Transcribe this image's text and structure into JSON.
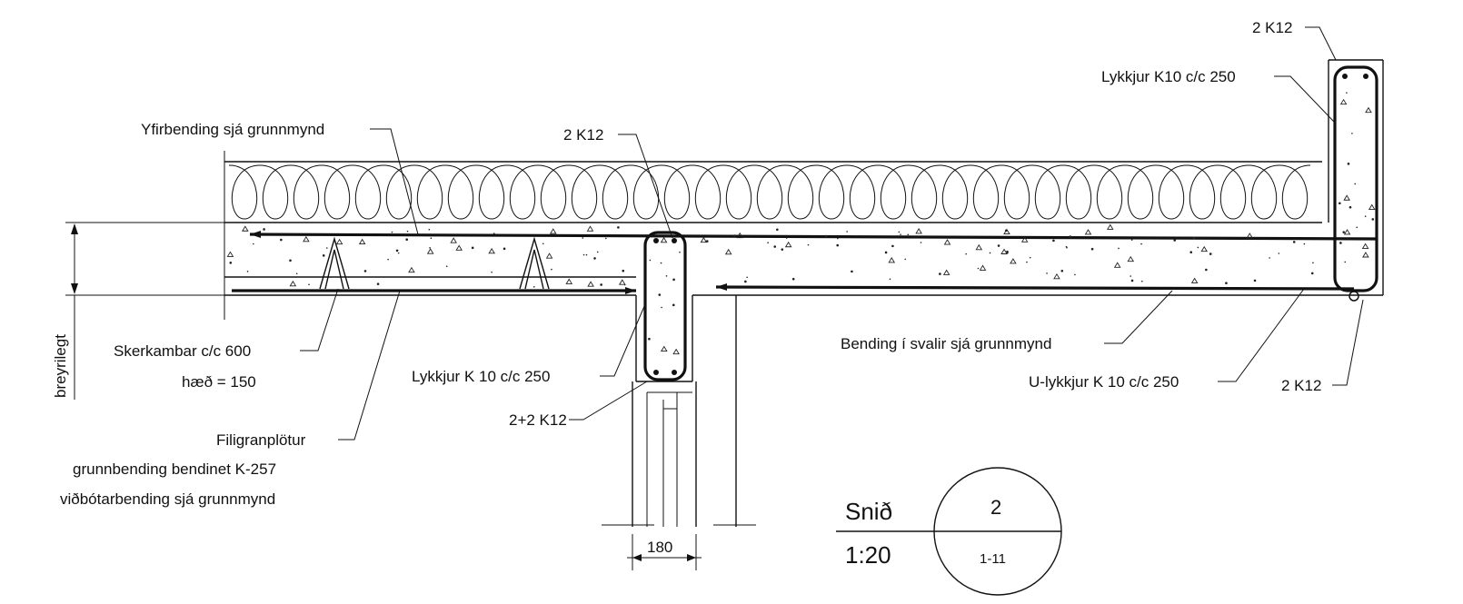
{
  "labels": {
    "yfirbending": "Yfirbending sjá grunnmynd",
    "k12_mid_top": "2 K12",
    "k12_top_right": "2 K12",
    "lykkjur_k10": "Lykkjur K10 c/c 250",
    "skerkambar": "Skerkambar c/c 600",
    "haed": "hæð = 150",
    "filigran": "Filigranplötur",
    "grunnbending": "grunnbending bendinet K-257",
    "vidbotar": "viðbótarbending sjá grunnmynd",
    "lykkjur_k10_mid": "Lykkjur K 10 c/c 250",
    "k12_2plus2": "2+2 K12",
    "bending_svalir": "Bending í svalir sjá grunnmynd",
    "u_lykkjur": "U-lykkjur K 10 c/c 250",
    "k12_bottom_right": "2 K12",
    "breyrilegt": "breyrilegt",
    "dim_180": "180"
  },
  "title_block": {
    "section_label": "Snið",
    "scale": "1:20",
    "section_number": "2",
    "sheet_ref": "1-11"
  }
}
